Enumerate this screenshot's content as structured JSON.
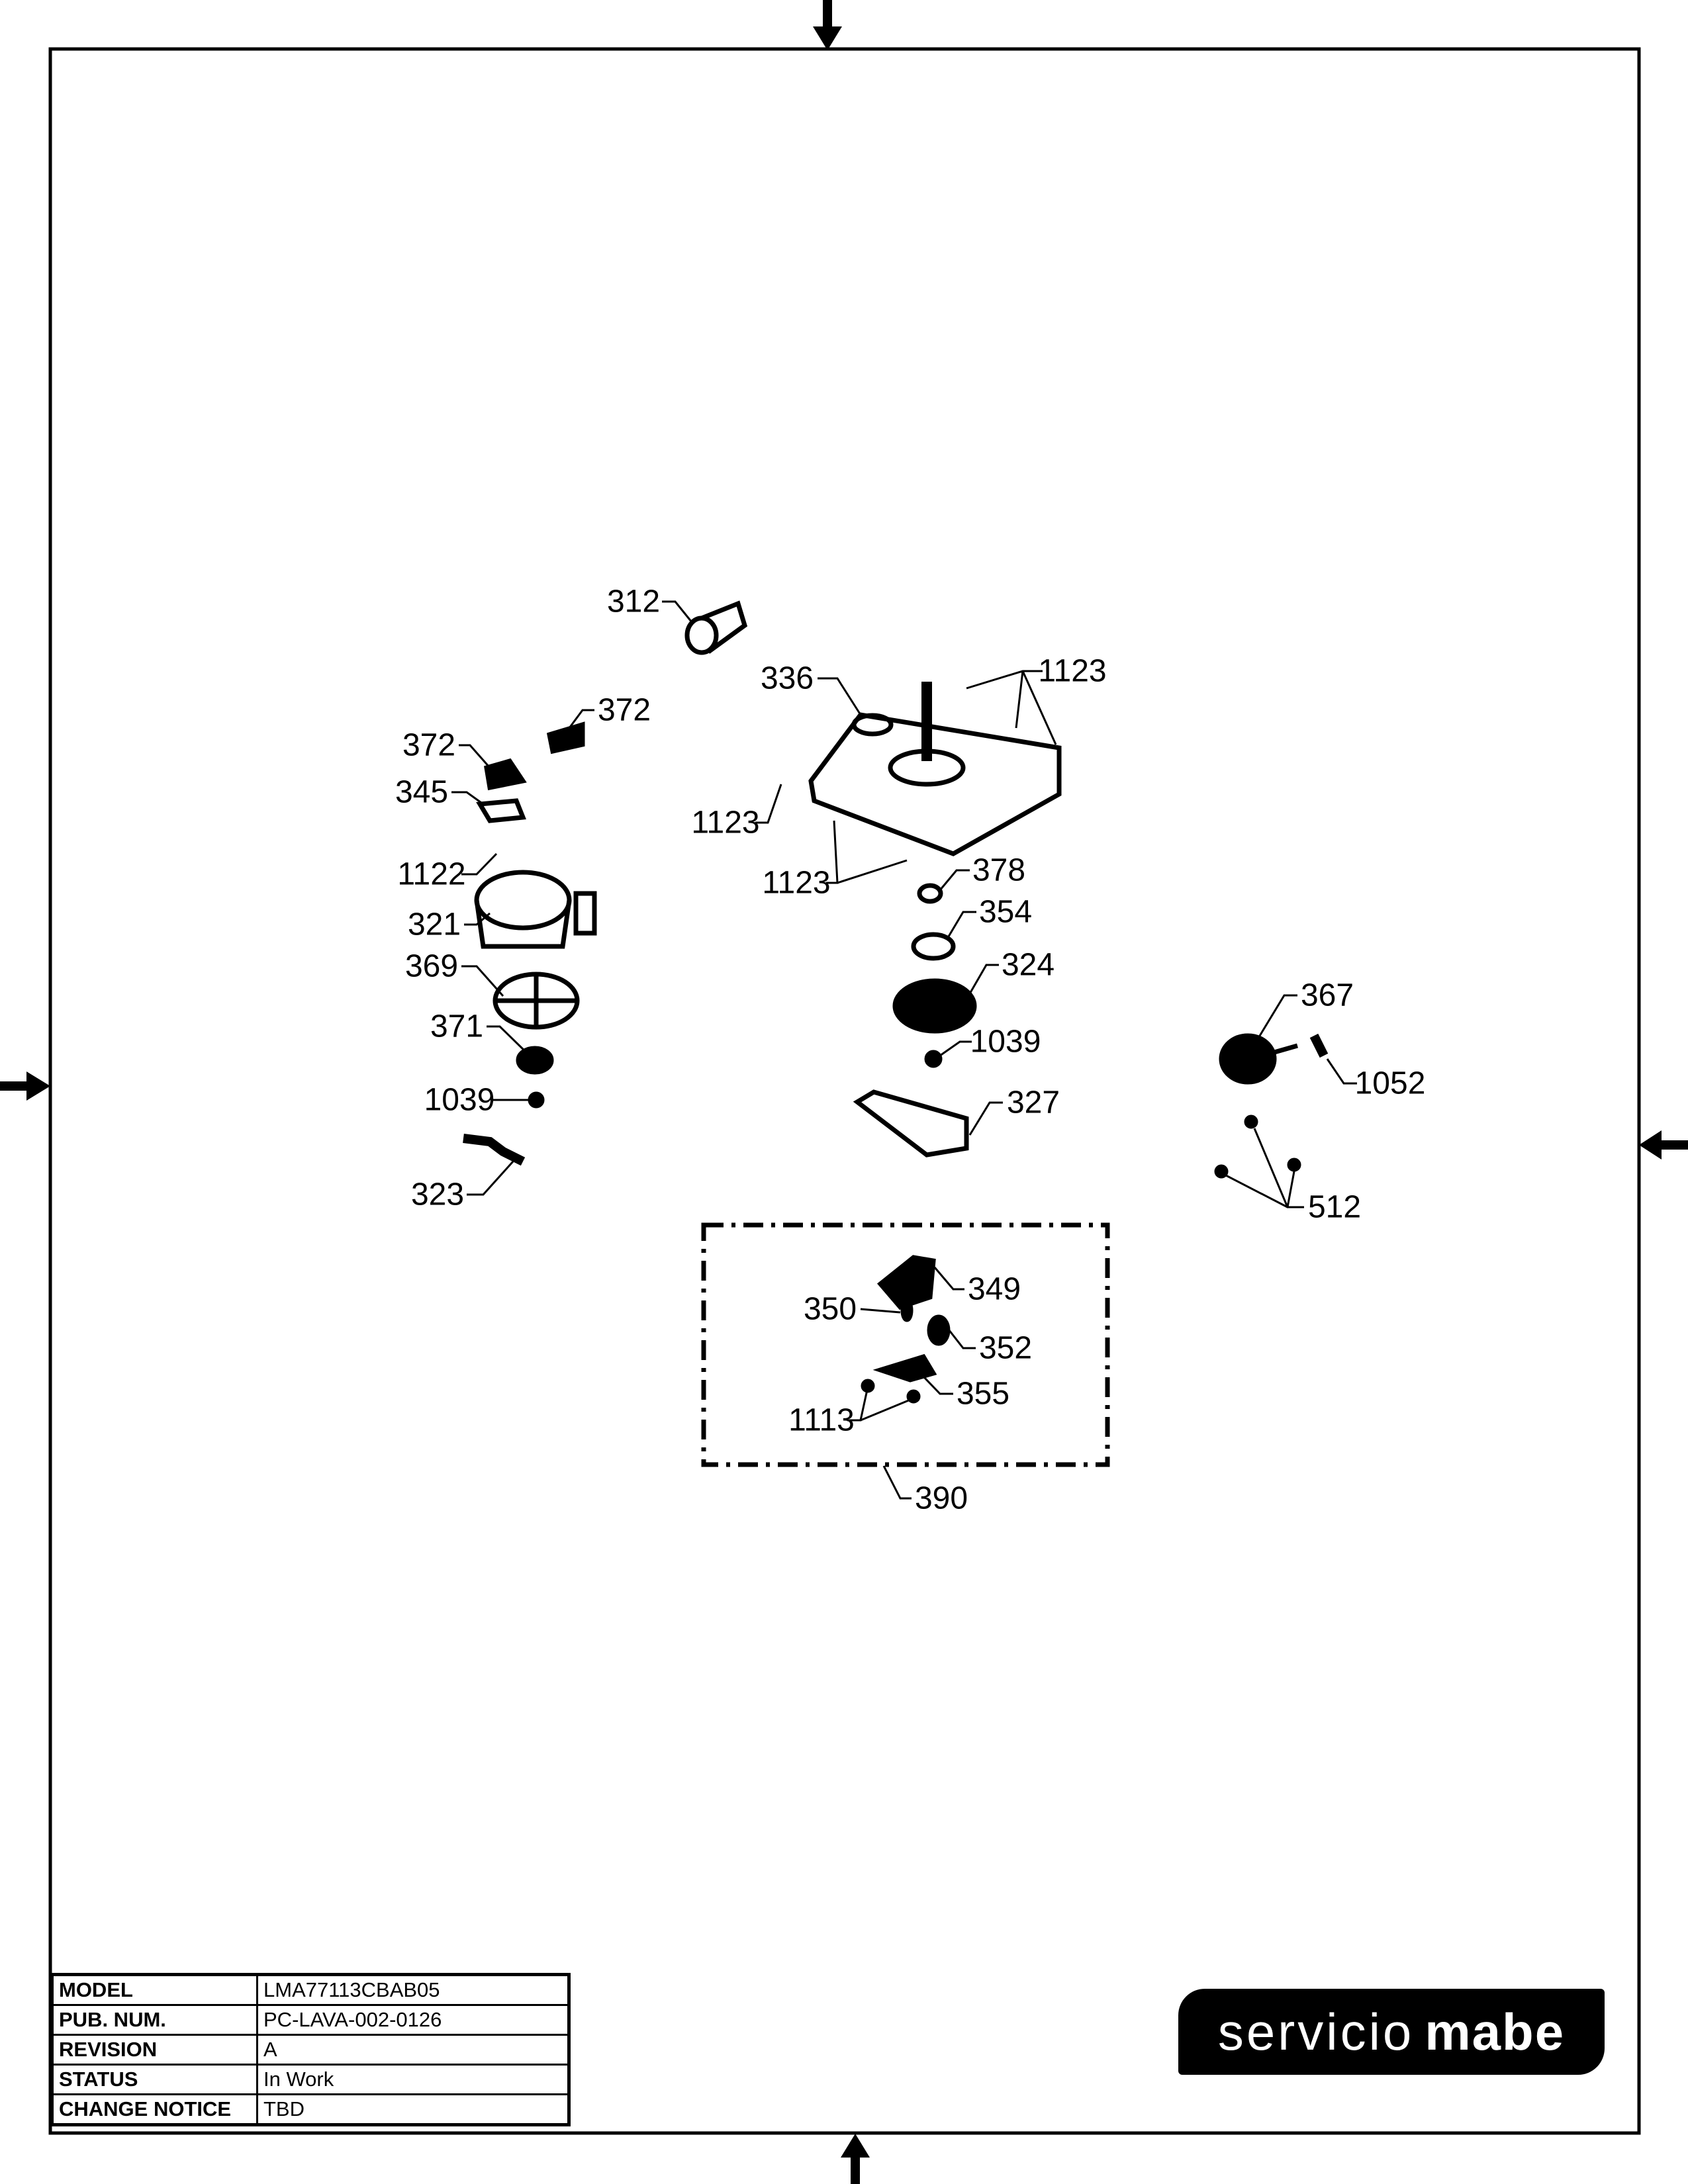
{
  "callouts": [
    "312",
    "336",
    "1123",
    "372",
    "372",
    "345",
    "1123",
    "1122",
    "1123",
    "378",
    "321",
    "354",
    "324",
    "369",
    "367",
    "371",
    "1039",
    "1052",
    "1039",
    "327",
    "323",
    "512",
    "349",
    "350",
    "352",
    "355",
    "1113",
    "390"
  ],
  "title_block": {
    "rows": [
      {
        "label": "MODEL",
        "value": "LMA77113CBAB05"
      },
      {
        "label": "PUB. NUM.",
        "value": "PC-LAVA-002-0126"
      },
      {
        "label": "REVISION",
        "value": "A"
      },
      {
        "label": "STATUS",
        "value": "In Work"
      },
      {
        "label": "CHANGE NOTICE",
        "value": "TBD"
      }
    ]
  },
  "logo": {
    "word1": "servicio",
    "word2": "mabe"
  }
}
